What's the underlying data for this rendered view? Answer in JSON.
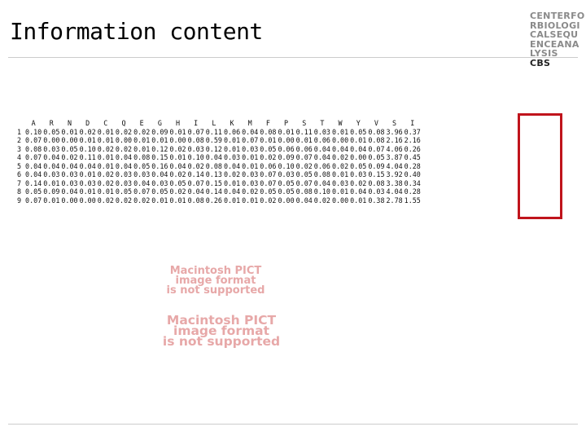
{
  "title": "Information content",
  "logo": {
    "lines": [
      "CENTERFO",
      "RBIOLOGI",
      "CALSEQU",
      "ENCEANA"
    ],
    "last_prefix": "LYSIS ",
    "last_brand": "CBS"
  },
  "matrix": {
    "columns": [
      "A",
      "R",
      "N",
      "D",
      "C",
      "Q",
      "E",
      "G",
      "H",
      "I",
      "L",
      "K",
      "M",
      "F",
      "P",
      "S",
      "T",
      "W",
      "Y",
      "V",
      "S",
      "I"
    ],
    "rows": [
      [
        "1",
        "0.10",
        "0.05",
        "0.01",
        "0.02",
        "0.01",
        "0.02",
        "0.02",
        "0.09",
        "0.01",
        "0.07",
        "0.11",
        "0.06",
        "0.04",
        "0.08",
        "0.01",
        "0.11",
        "0.03",
        "0.01",
        "0.05",
        "0.08",
        "3.96",
        "0.37"
      ],
      [
        "2",
        "0.07",
        "0.00",
        "0.00",
        "0.01",
        "0.01",
        "0.00",
        "0.01",
        "0.01",
        "0.00",
        "0.08",
        "0.59",
        "0.01",
        "0.07",
        "0.01",
        "0.00",
        "0.01",
        "0.06",
        "0.00",
        "0.01",
        "0.08",
        "2.16",
        "2.16"
      ],
      [
        "3",
        "0.08",
        "0.03",
        "0.05",
        "0.10",
        "0.02",
        "0.02",
        "0.01",
        "0.12",
        "0.02",
        "0.03",
        "0.12",
        "0.01",
        "0.03",
        "0.05",
        "0.06",
        "0.06",
        "0.04",
        "0.04",
        "0.04",
        "0.07",
        "4.06",
        "0.26"
      ],
      [
        "4",
        "0.07",
        "0.04",
        "0.02",
        "0.11",
        "0.01",
        "0.04",
        "0.08",
        "0.15",
        "0.01",
        "0.10",
        "0.04",
        "0.03",
        "0.01",
        "0.02",
        "0.09",
        "0.07",
        "0.04",
        "0.02",
        "0.00",
        "0.05",
        "3.87",
        "0.45"
      ],
      [
        "5",
        "0.04",
        "0.04",
        "0.04",
        "0.04",
        "0.01",
        "0.04",
        "0.05",
        "0.16",
        "0.04",
        "0.02",
        "0.08",
        "0.04",
        "0.01",
        "0.06",
        "0.10",
        "0.02",
        "0.06",
        "0.02",
        "0.05",
        "0.09",
        "4.04",
        "0.28"
      ],
      [
        "6",
        "0.04",
        "0.03",
        "0.03",
        "0.01",
        "0.02",
        "0.03",
        "0.03",
        "0.04",
        "0.02",
        "0.14",
        "0.13",
        "0.02",
        "0.03",
        "0.07",
        "0.03",
        "0.05",
        "0.08",
        "0.01",
        "0.03",
        "0.15",
        "3.92",
        "0.40"
      ],
      [
        "7",
        "0.14",
        "0.01",
        "0.03",
        "0.03",
        "0.02",
        "0.03",
        "0.04",
        "0.03",
        "0.05",
        "0.07",
        "0.15",
        "0.01",
        "0.03",
        "0.07",
        "0.05",
        "0.07",
        "0.04",
        "0.03",
        "0.02",
        "0.08",
        "3.38",
        "0.34"
      ],
      [
        "8",
        "0.05",
        "0.09",
        "0.04",
        "0.01",
        "0.01",
        "0.05",
        "0.07",
        "0.05",
        "0.02",
        "0.04",
        "0.14",
        "0.04",
        "0.02",
        "0.05",
        "0.05",
        "0.08",
        "0.10",
        "0.01",
        "0.04",
        "0.03",
        "4.04",
        "0.28"
      ],
      [
        "9",
        "0.07",
        "0.01",
        "0.00",
        "0.00",
        "0.02",
        "0.02",
        "0.02",
        "0.01",
        "0.01",
        "0.08",
        "0.26",
        "0.01",
        "0.01",
        "0.02",
        "0.00",
        "0.04",
        "0.02",
        "0.00",
        "0.01",
        "0.38",
        "2.78",
        "1.55"
      ]
    ]
  },
  "pict_placeholders": [
    [
      "Macintosh PICT",
      "image format",
      "is not supported"
    ],
    [
      "Macintosh PICT",
      "image format",
      "is not supported"
    ]
  ],
  "colors": {
    "highlight_box": "#c0141c",
    "placeholder_text": "#e7a8a8",
    "logo_grey": "#8a8a8a"
  }
}
